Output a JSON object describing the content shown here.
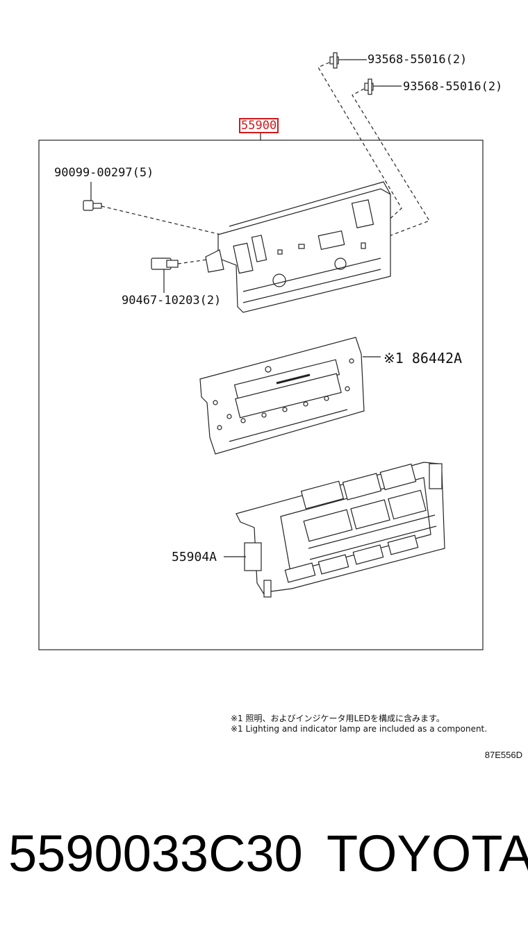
{
  "diagram": {
    "main_part": "55900",
    "callouts": [
      {
        "id": "bolt-top-1",
        "text": "93568-55016(2)"
      },
      {
        "id": "bolt-top-2",
        "text": "93568-55016(2)"
      },
      {
        "id": "screw-left",
        "text": "90099-00297(5)"
      },
      {
        "id": "clip",
        "text": "90467-10203(2)"
      },
      {
        "id": "circuit-board",
        "text": "※1 86442A"
      },
      {
        "id": "panel",
        "text": "55904A"
      }
    ],
    "notes": [
      "※1 照明、およびインジケータ用LEDを構成に含みます。",
      "※1 Lighting and indicator lamp are included as a component."
    ],
    "figure_code": "87E556D"
  },
  "footer": {
    "part_number": "5590033C30",
    "brand": "TOYOTA"
  },
  "colors": {
    "highlight": "#d0191b",
    "line": "#1a1a1a"
  }
}
